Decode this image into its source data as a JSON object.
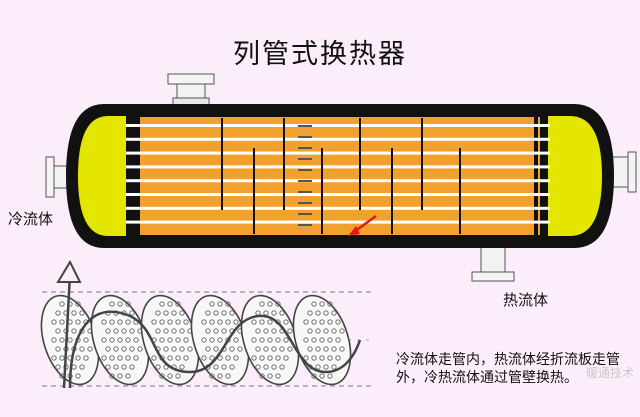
{
  "title": "列管式换热器",
  "labels": {
    "cold_fluid": "冷流体",
    "hot_fluid": "热流体"
  },
  "description": "冷流体走管内，热流体经折流板走管外，冷热流体通过管壁换热。",
  "watermark": "暖通技术",
  "colors": {
    "background": "#fbeefa",
    "shell": "#111111",
    "tube_field": "#f2a12e",
    "heads": "#e4e600",
    "tubes": "#ffffff",
    "flow_arrow": "#e01b1b"
  },
  "icons": {
    "flow_arrow": "red-arrow-icon"
  }
}
